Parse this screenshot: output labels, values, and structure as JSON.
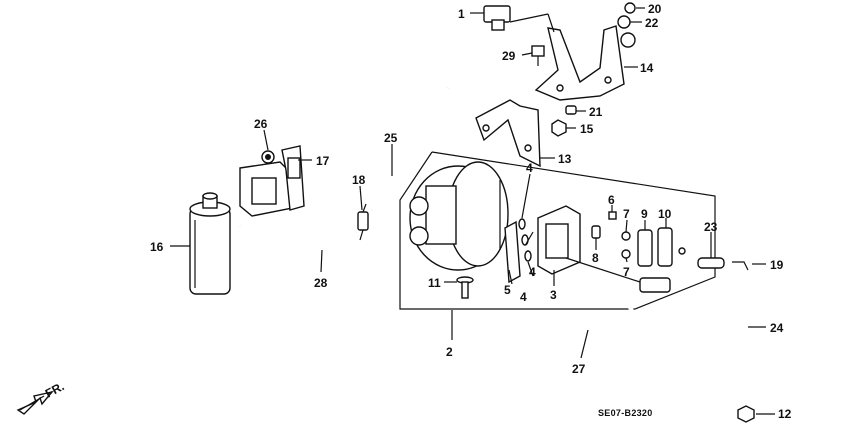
{
  "diagram": {
    "callouts": [
      {
        "id": "1",
        "text": "1"
      },
      {
        "id": "2",
        "text": "2"
      },
      {
        "id": "3",
        "text": "3"
      },
      {
        "id": "4a",
        "text": "4"
      },
      {
        "id": "4b",
        "text": "4"
      },
      {
        "id": "4c",
        "text": "4"
      },
      {
        "id": "5",
        "text": "5"
      },
      {
        "id": "6",
        "text": "6"
      },
      {
        "id": "7a",
        "text": "7"
      },
      {
        "id": "7b",
        "text": "7"
      },
      {
        "id": "8",
        "text": "8"
      },
      {
        "id": "9",
        "text": "9"
      },
      {
        "id": "10",
        "text": "10"
      },
      {
        "id": "11",
        "text": "11"
      },
      {
        "id": "12",
        "text": "12"
      },
      {
        "id": "13",
        "text": "13"
      },
      {
        "id": "14",
        "text": "14"
      },
      {
        "id": "15",
        "text": "15"
      },
      {
        "id": "16",
        "text": "16"
      },
      {
        "id": "17",
        "text": "17"
      },
      {
        "id": "18",
        "text": "18"
      },
      {
        "id": "19",
        "text": "19"
      },
      {
        "id": "20",
        "text": "20"
      },
      {
        "id": "21",
        "text": "21"
      },
      {
        "id": "22",
        "text": "22"
      },
      {
        "id": "23",
        "text": "23"
      },
      {
        "id": "24",
        "text": "24"
      },
      {
        "id": "25",
        "text": "25"
      },
      {
        "id": "26",
        "text": "26"
      },
      {
        "id": "27",
        "text": "27"
      },
      {
        "id": "28",
        "text": "28"
      },
      {
        "id": "29",
        "text": "29"
      }
    ],
    "direction_label": "FR.",
    "diagram_code": "SE07-B2320"
  }
}
